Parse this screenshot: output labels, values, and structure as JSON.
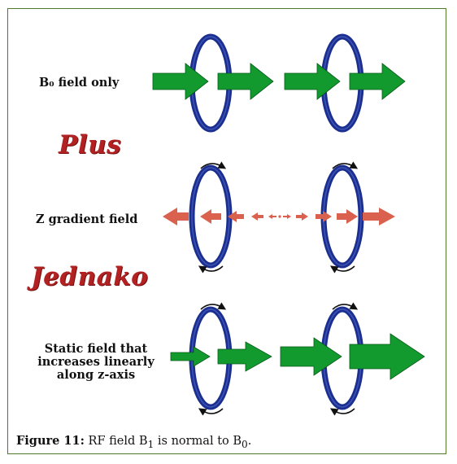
{
  "labels": {
    "b0_only": "B₀ field only",
    "plus": "Plus",
    "z_gradient": "Z gradient field",
    "jednako": "Jednako",
    "static_line1": "Static field that",
    "static_line2": "increases linearly",
    "static_line3": "along z-axis"
  },
  "caption": {
    "prefix": "Figure 11:",
    "text_before": "RF field B",
    "sub1": "1",
    "text_mid": " is normal to B",
    "sub0": "0",
    "text_end": "."
  },
  "colors": {
    "frame": "#4f7a2a",
    "coil": "#1a2f8f",
    "arrow_green": "#129a2e",
    "arrow_red": "#d9614d",
    "script_text": "#b22222"
  }
}
